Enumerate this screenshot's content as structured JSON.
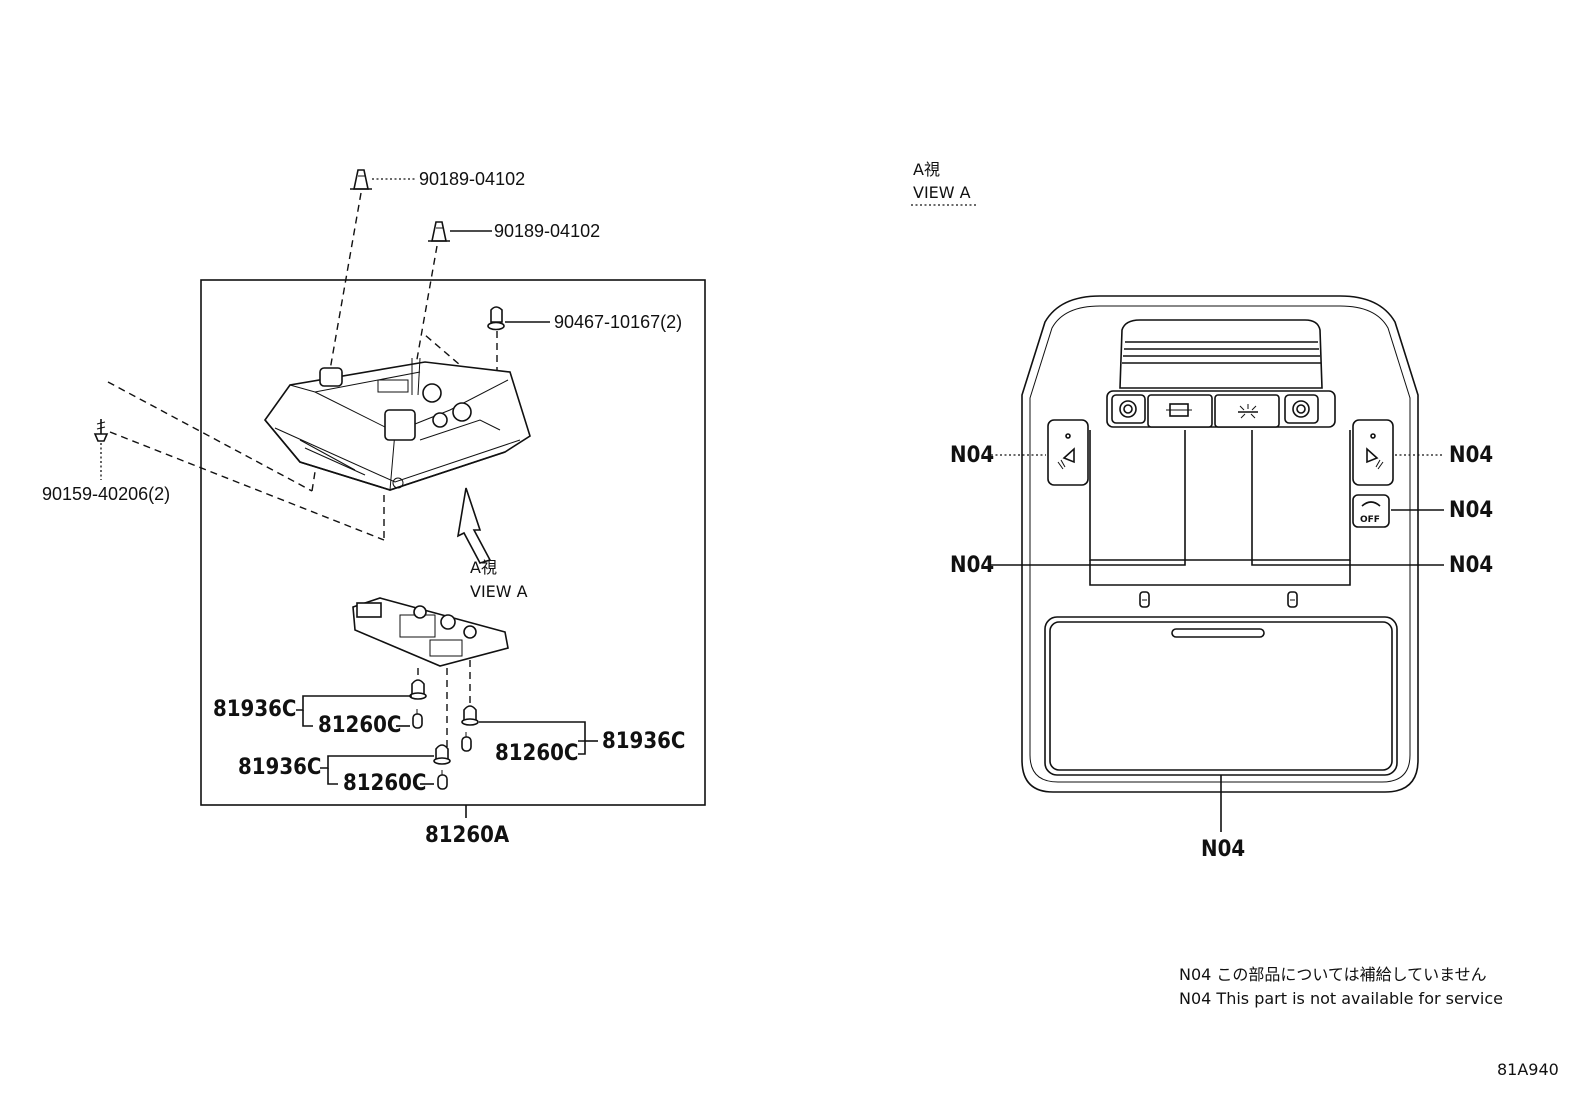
{
  "diagram": {
    "left_assembly": {
      "callouts": [
        {
          "id": "clip-top",
          "part_no": "90189-04102"
        },
        {
          "id": "clip-second",
          "part_no": "90189-04102"
        },
        {
          "id": "nut-right",
          "part_no": "90467-10167(2)"
        },
        {
          "id": "screw-left",
          "part_no": "90159-40206(2)"
        },
        {
          "id": "socket-left",
          "part_no": "81936C"
        },
        {
          "id": "bulb-left",
          "part_no": "81260C"
        },
        {
          "id": "socket-right",
          "part_no": "81936C"
        },
        {
          "id": "bulb-right",
          "part_no": "81260C"
        },
        {
          "id": "socket-bottom",
          "part_no": "81936C"
        },
        {
          "id": "bulb-bottom",
          "part_no": "81260C"
        }
      ],
      "assembly_part_no": "81260A",
      "view_arrow": {
        "jp": "A視",
        "en": "VIEW A"
      }
    },
    "view_a": {
      "title_jp": "A視",
      "title_en": "VIEW A",
      "callouts": [
        {
          "id": "left-switch",
          "code": "N04"
        },
        {
          "id": "right-switch",
          "code": "N04"
        },
        {
          "id": "off-switch",
          "code": "N04"
        },
        {
          "id": "center-left-switch",
          "code": "N04"
        },
        {
          "id": "center-right-switch",
          "code": "N04"
        },
        {
          "id": "sunglass-lid",
          "code": "N04"
        }
      ],
      "off_label": "OFF"
    },
    "notes": {
      "jp": "N04 この部品については補給していません",
      "en": "N04 This part is not available for service"
    },
    "figure_id": "81A940"
  }
}
